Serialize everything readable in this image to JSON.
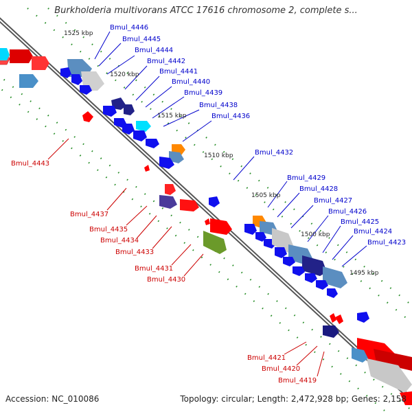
{
  "title": "Burkholderia multivorans ATCC 17616 chromosome 2, complete s...",
  "accession_label": "Accession:",
  "accession": "NC_010086",
  "topology_label": "Topology:",
  "topology": "circular",
  "length_label": "Length:",
  "length": "2,472,928 bp",
  "genes_label": "Genes:",
  "genes": "2,158",
  "colors": {
    "forward": "#0000ff",
    "reverse": "#ff0000",
    "label_forward": "#0000cc",
    "label_reverse": "#cc0000",
    "backbone": "#666666",
    "tick": "#228b22"
  },
  "ticks": [
    "1525 kbp",
    "1520 kbp",
    "1515 kbp",
    "1510 kbp",
    "1505 kbp",
    "1500 kbp",
    "1495 kbp"
  ],
  "forward_labels": [
    "Bmul_4446",
    "Bmul_4445",
    "Bmul_4444",
    "Bmul_4442",
    "Bmul_4441",
    "Bmul_4440",
    "Bmul_4439",
    "Bmul_4438",
    "Bmul_4436",
    "Bmul_4432",
    "Bmul_4429",
    "Bmul_4428",
    "Bmul_4427",
    "Bmul_4426",
    "Bmul_4425",
    "Bmul_4424",
    "Bmul_4423"
  ],
  "reverse_labels": [
    "Bmul_4443",
    "Bmul_4437",
    "Bmul_4435",
    "Bmul_4434",
    "Bmul_4433",
    "Bmul_4431",
    "Bmul_4430",
    "Bmul_4421",
    "Bmul_4420",
    "Bmul_4419"
  ]
}
